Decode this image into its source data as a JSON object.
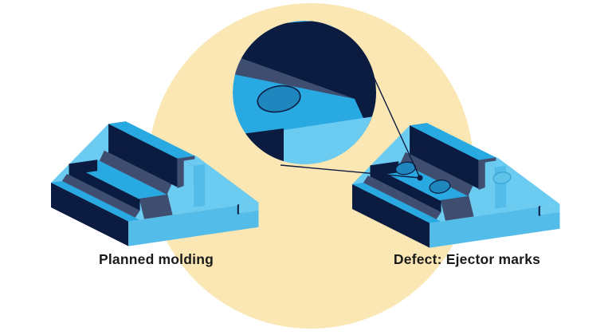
{
  "diagram": {
    "title_implied": "Injection molding defect comparison",
    "captions": {
      "left": "Planned molding",
      "right": "Defect: Ejector marks"
    },
    "right_figure": {
      "ejector_marks_visible": 3
    },
    "magnifier": {
      "content": "close-up-of-ejector-mark"
    },
    "palette": {
      "canvas": "#ffffff",
      "backdrop_cream": "#FAE7B4",
      "surface_bright_blue": "#29A9E1",
      "base_light_blue": "#6CCBF0",
      "side_light_blue": "#54BCE8",
      "shadow_navy": "#0C1B40",
      "inner_slate_blue": "#3F4D71",
      "ejector_mark_fill": "#1F87BD",
      "subtle_mark_fill": "#60C3EA",
      "subtle_mark_stroke": "#309FD1",
      "caption_text": "#1A1A1A"
    }
  }
}
